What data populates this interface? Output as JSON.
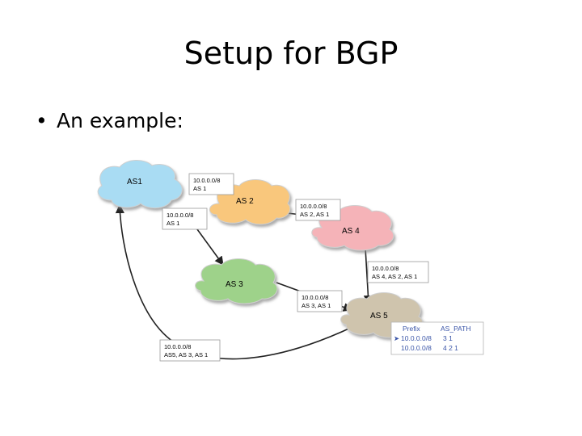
{
  "slide": {
    "title": "Setup for BGP",
    "bullet": "An example:",
    "bullet_marker": "•"
  },
  "diagram": {
    "nodes": [
      {
        "id": "as1",
        "label": "AS1",
        "color": "#a9dcf3"
      },
      {
        "id": "as2",
        "label": "AS 2",
        "color": "#f9c77c"
      },
      {
        "id": "as4",
        "label": "AS 4",
        "color": "#f5b3b8"
      },
      {
        "id": "as3",
        "label": "AS 3",
        "color": "#9ed28a"
      },
      {
        "id": "as5",
        "label": "AS 5",
        "color": "#cfc4ad"
      }
    ],
    "advertisements": [
      {
        "prefix": "10.0.0.0/8",
        "path": "AS 1"
      },
      {
        "prefix": "10.0.0.0/8",
        "path": "AS 1"
      },
      {
        "prefix": "10.0.0.0/8",
        "path": "AS 2, AS 1"
      },
      {
        "prefix": "10.0.0.0/8",
        "path": "AS 4, AS 2, AS 1"
      },
      {
        "prefix": "10.0.0.0/8",
        "path": "AS 3, AS 1"
      },
      {
        "prefix": "10.0.0.0/8",
        "path": "AS5, AS 3, AS 1"
      }
    ],
    "rib_table": {
      "headers": [
        "Prefix",
        "AS_PATH"
      ],
      "rows": [
        {
          "marker": "➤",
          "prefix": "10.0.0.0/8",
          "path": "3 1"
        },
        {
          "marker": "",
          "prefix": "10.0.0.0/8",
          "path": "4 2 1"
        }
      ],
      "header_color": "#3a55a8"
    }
  }
}
